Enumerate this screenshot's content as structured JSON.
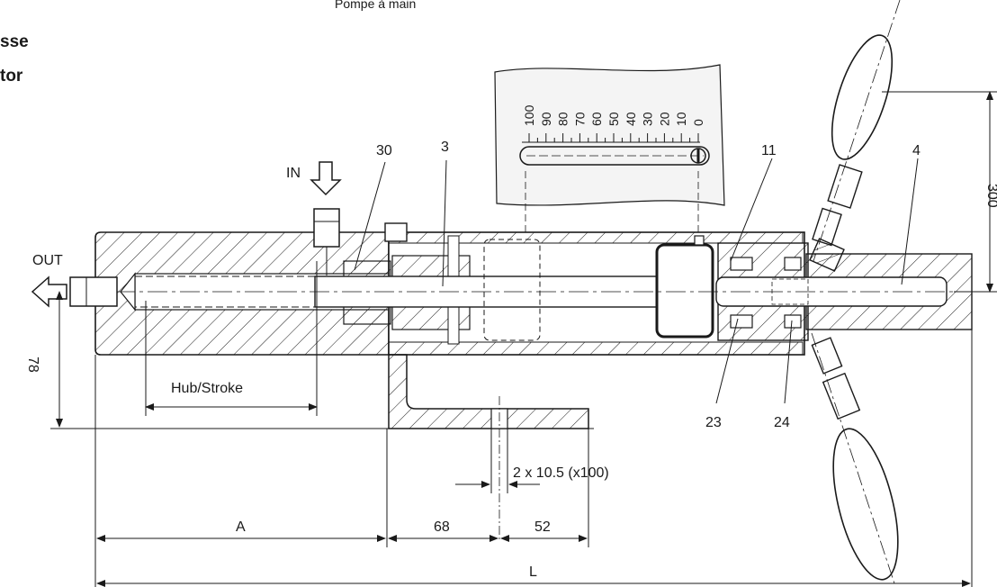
{
  "title_partial": "Pompe à main",
  "side_labels": [
    "sse",
    "tor"
  ],
  "ports": {
    "in": "IN",
    "out": "OUT"
  },
  "part_numbers": [
    "30",
    "3",
    "11",
    "4",
    "23",
    "24"
  ],
  "scale": [
    "100",
    "90",
    "80",
    "70",
    "60",
    "50",
    "40",
    "30",
    "20",
    "10",
    "0"
  ],
  "dimensions": {
    "stroke": "Hub/Stroke",
    "height": "78",
    "lever": "300",
    "a": "A",
    "d68": "68",
    "d52": "52",
    "holes": "2 x 10.5 (x100)",
    "length": "L"
  },
  "colors": {
    "line": "#1a1a1a",
    "paper": "#f4f4f4",
    "hatch": "#1a1a1a"
  }
}
